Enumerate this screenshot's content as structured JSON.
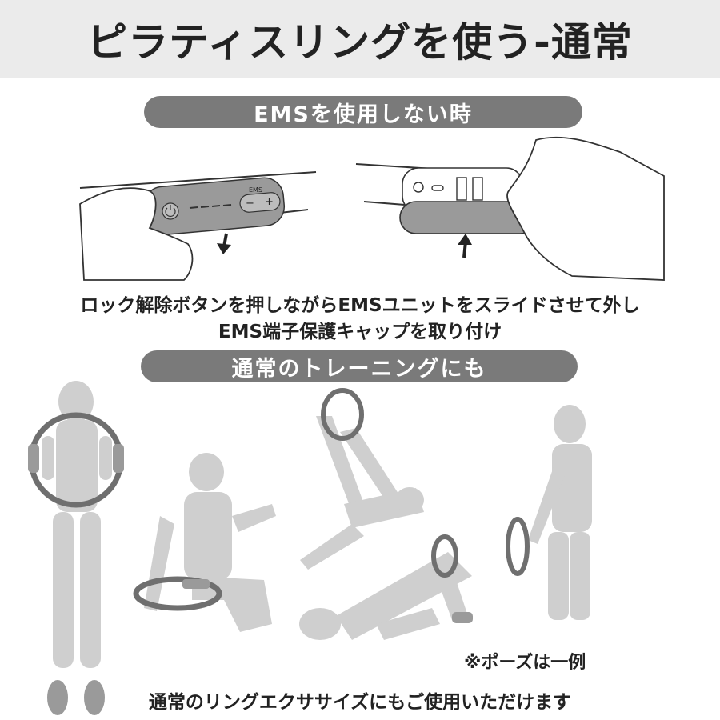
{
  "header": {
    "title": "ピラティスリングを使う-通常"
  },
  "section1": {
    "pill_label": "EMSを使用しない時",
    "caption_line1": "ロック解除ボタンを押しながらEMSユニットをスライドさせて外し",
    "caption_line2": "EMS端子保護キャップを取り付け",
    "device": {
      "ems_label": "EMS",
      "minus_label": "−",
      "plus_label": "+",
      "power_icon": "power-icon"
    }
  },
  "section2": {
    "pill_label": "通常のトレーニングにも",
    "note": "※ポーズは一例",
    "footer": "通常のリングエクササイズにもご使用いただけます"
  },
  "colors": {
    "header_bg": "#ebebeb",
    "pill_bg": "#7a7a7a",
    "figure": "#cfcfcf",
    "device": "#9a9a9a",
    "ring": "#6f6f6f"
  }
}
